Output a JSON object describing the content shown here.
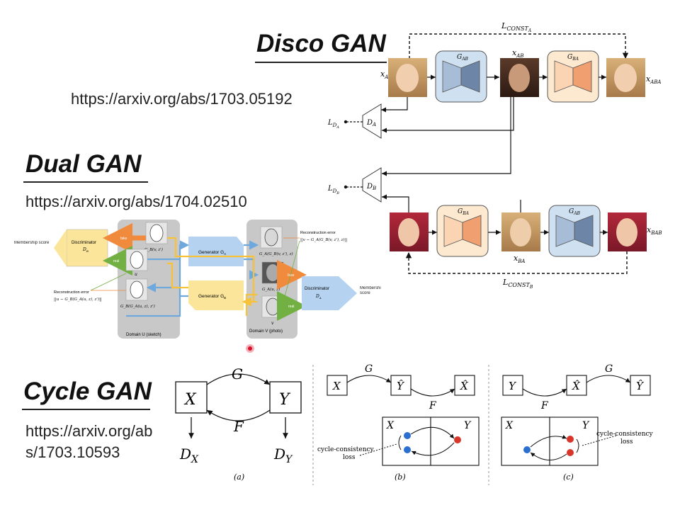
{
  "disco": {
    "heading": "Disco GAN",
    "url": "https://arxiv.org/abs/1703.05192",
    "labels": {
      "loss_const_a": "L",
      "loss_const_a_sub": "CONST",
      "loss_const_a_sub2": "A",
      "loss_const_b": "L",
      "loss_const_b_sub": "CONST",
      "loss_const_b_sub2": "B",
      "x_a": "x",
      "x_a_sub": "A",
      "x_ab": "x",
      "x_ab_sub": "AB",
      "x_aba": "x",
      "x_aba_sub": "ABA",
      "x_ba": "x",
      "x_ba_sub": "BA",
      "x_bab": "x",
      "x_bab_sub": "BAB",
      "g_ab": "G",
      "g_ab_sub": "AB",
      "g_ba": "G",
      "g_ba_sub": "BA",
      "d_a": "D",
      "d_a_sub": "A",
      "d_b": "D",
      "d_b_sub": "B",
      "l_da": "L",
      "l_da_sub": "D",
      "l_da_sub2": "A",
      "l_db": "L",
      "l_db_sub": "D",
      "l_db_sub2": "B"
    }
  },
  "dual": {
    "heading": "Dual GAN",
    "url": "https://arxiv.org/abs/1704.02510",
    "labels": {
      "membership_left": "Membership score",
      "discriminator_left": "Discriminator",
      "discriminator_left_sub": "D",
      "discriminator_left_sub2": "B",
      "fake_left": "fake",
      "real_left": "real",
      "recon_left_title": "Reconstruction error",
      "recon_left_formula": "||u − G_B(G_A(u, z), z')||",
      "gb_vz": "G_B(v, z')",
      "u_label": "u",
      "gb_gauz": "G_B(G_A(u, z), z')",
      "domain_u": "Domain U (sketch)",
      "generator_a": "Generator G",
      "generator_a_sub": "A",
      "generator_b": "Generator G",
      "generator_b_sub": "B",
      "recon_right_title": "Reconstruction error",
      "recon_right_formula": "||v − G_A(G_B(v, z'), z)||",
      "ga_gbvz": "G_A(G_B(v, z'), z)",
      "ga_uz": "G_A(u, z)",
      "v_label": "v",
      "fake_right": "fake",
      "real_right": "real",
      "domain_v": "Domain V (photo)",
      "discriminator_right": "Discriminator",
      "discriminator_right_sub": "D",
      "discriminator_right_sub2": "A",
      "membership_right": "Membership score"
    }
  },
  "cycle": {
    "heading": "Cycle GAN",
    "url": "https://arxiv.org/abs/1703.10593",
    "labels": {
      "a_x": "X",
      "a_y": "Y",
      "a_g": "G",
      "a_f": "F",
      "a_dx": "D",
      "a_dx_sub": "X",
      "a_dy": "D",
      "a_dy_sub": "Y",
      "a_caption": "(a)",
      "b_x": "X",
      "b_yhat": "Ŷ",
      "b_xhat": "X̂",
      "b_g": "G",
      "b_f": "F",
      "b_box_x": "X",
      "b_box_y": "Y",
      "b_loss_line1": "cycle-consistency",
      "b_loss_line2": "loss",
      "b_caption": "(b)",
      "c_y": "Y",
      "c_xhat": "X̂",
      "c_yhat": "Ŷ",
      "c_g": "G",
      "c_f": "F",
      "c_box_x": "X",
      "c_box_y": "Y",
      "c_loss_line1": "cycle-consistency",
      "c_loss_line2": "loss",
      "c_caption": "(c)"
    }
  },
  "colors": {
    "gen_blue": "#cfe0f1",
    "gen_blue_dark": "#6d86a8",
    "gen_peach": "#fde9cf",
    "gen_orange": "#f0a070",
    "dual_gray": "#c8c8c8",
    "dual_blue": "#b5d3f0",
    "dual_yellow": "#fbe59a",
    "arrow_orange": "#f08a3c",
    "arrow_green": "#72b043",
    "arrow_blue": "#6fa8dc",
    "arrow_yellow": "#f7c238",
    "dot_blue": "#2a6fcf",
    "dot_red": "#d8362a",
    "cursor_red": "#d8102a"
  }
}
